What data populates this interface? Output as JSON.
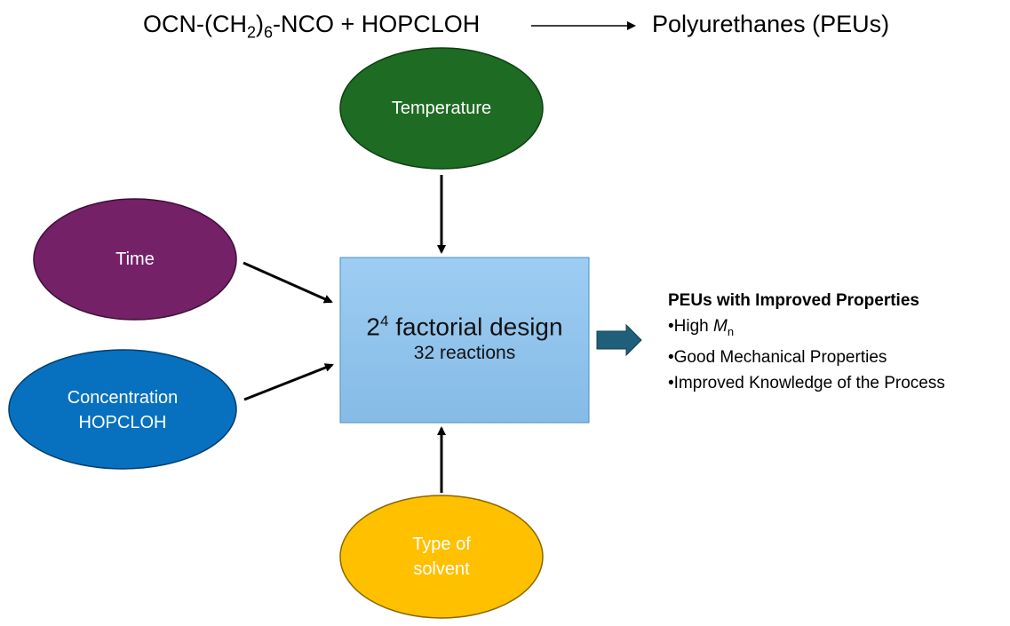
{
  "reaction": {
    "reactant_part1": "OCN-(CH",
    "sub1": "2",
    "reactant_part2": ")",
    "sub2": "6",
    "reactant_part3": "-NCO + HOPCLOH",
    "product": "Polyurethanes (PEUs)"
  },
  "factors": {
    "temperature": "Temperature",
    "time": "Time",
    "concentration_line1": "Concentration",
    "concentration_line2": "HOPCLOH",
    "solvent_line1": "Type of",
    "solvent_line2": "solvent"
  },
  "design": {
    "base": "2",
    "exponent": "4",
    "title_rest": " factorial design",
    "subtitle": "32 reactions"
  },
  "outcomes": {
    "heading": "PEUs with Improved Properties",
    "item1_prefix": "•High ",
    "item1_var": "M",
    "item1_sub": "n",
    "item2": "•Good Mechanical Properties",
    "item3": "•Improved Knowledge of the Process"
  },
  "colors": {
    "temperature": "#1e6b23",
    "time": "#742168",
    "concentration": "#0771c0",
    "solvent": "#ffc000",
    "box_top": "#9ecdf2",
    "box_bottom": "#85bbe6",
    "arrow_right": "#1f5f7a"
  }
}
